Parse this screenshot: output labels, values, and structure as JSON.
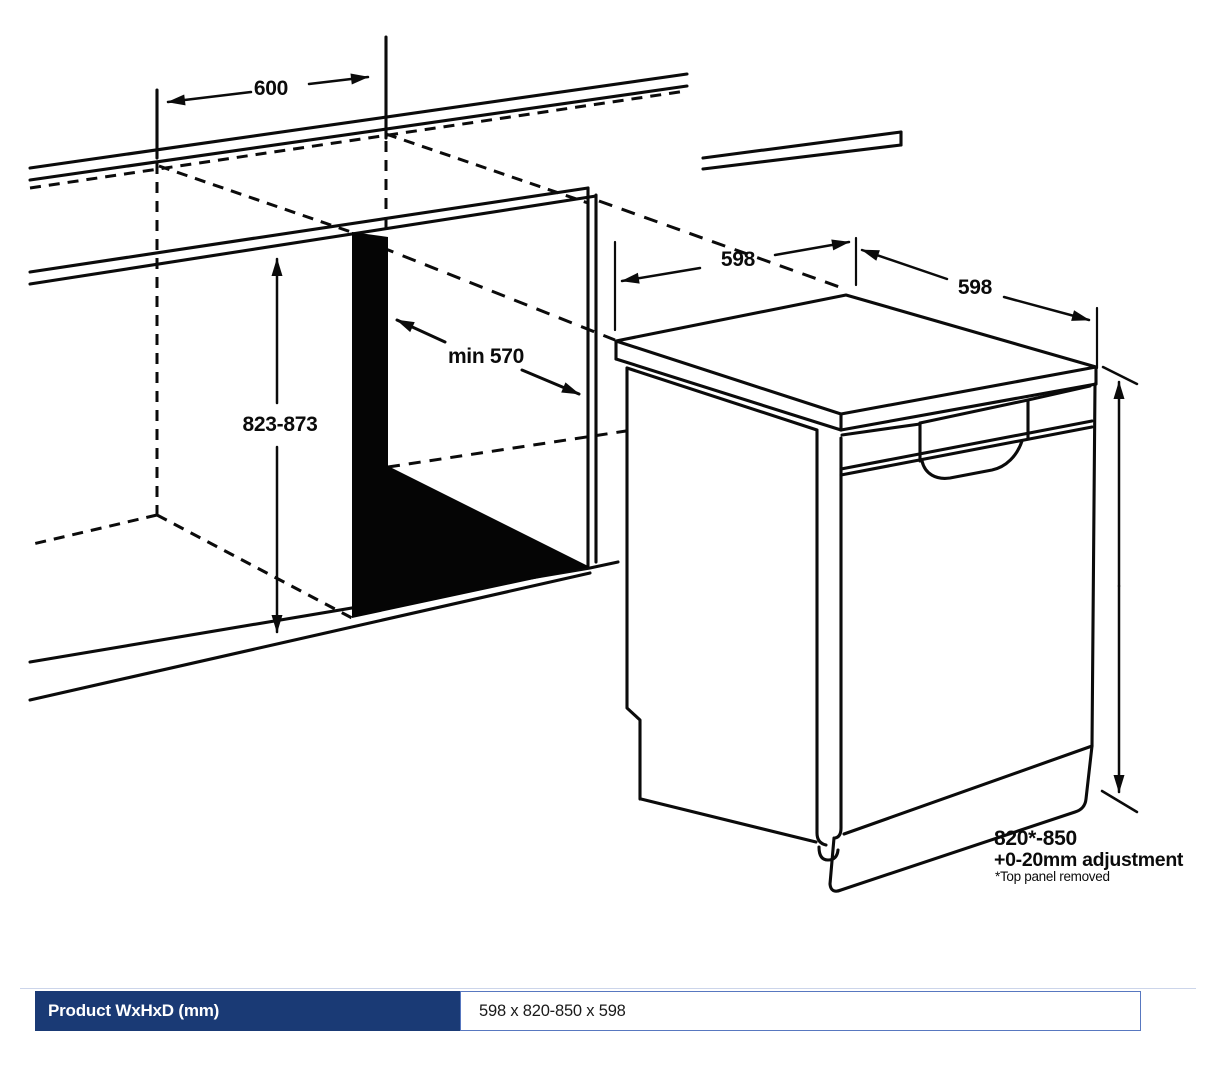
{
  "diagram": {
    "niche": {
      "width_label": "600",
      "height_label": "823-873",
      "depth_label": "min 570"
    },
    "product": {
      "top_width_label": "598",
      "top_depth_label": "598",
      "height_label": "820*-850",
      "height_adjustment_label": "+0-20mm adjustment",
      "height_footnote": "*Top panel removed"
    }
  },
  "spec_table": {
    "header": "Product WxHxD (mm)",
    "value": "598 x 820-850 x 598",
    "header_bg_color": "#1a3a75",
    "header_text_color": "#ffffff",
    "value_border_color": "#5878c0"
  }
}
